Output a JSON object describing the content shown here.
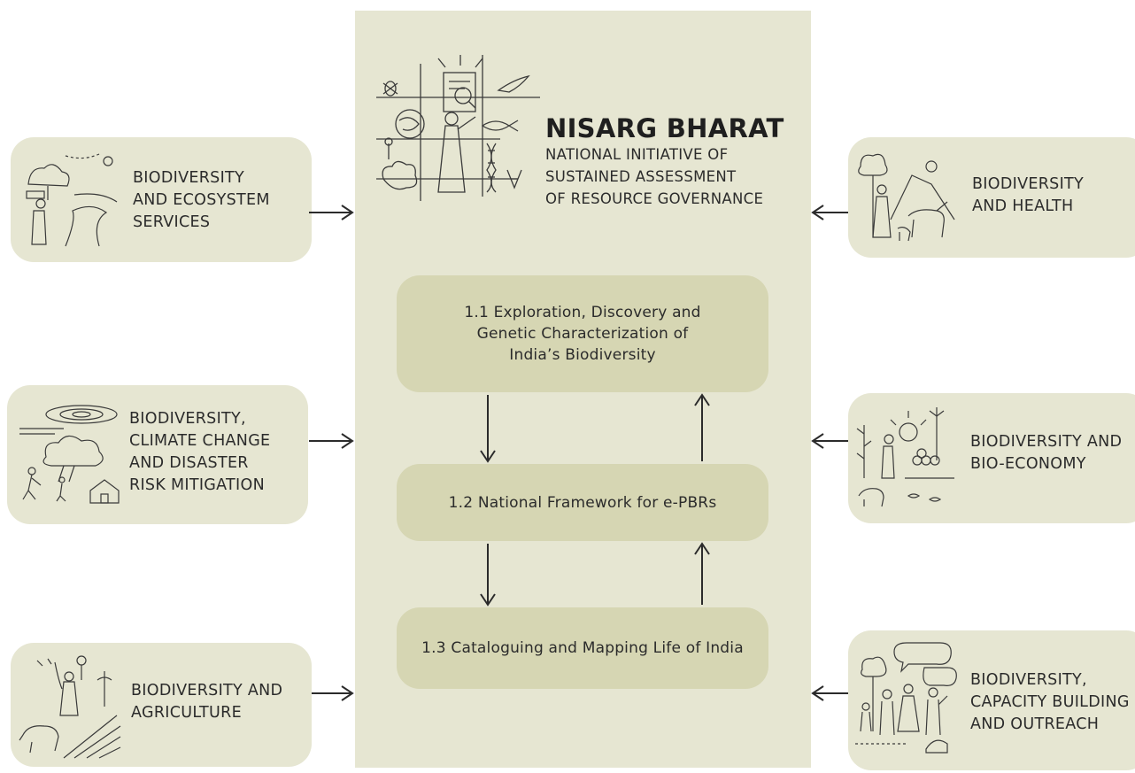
{
  "header": {
    "title": "NISARG BHARAT",
    "subtitle": "NATIONAL INITIATIVE OF\nSUSTAINED ASSESSMENT\nOF RESOURCE GOVERNANCE"
  },
  "components": [
    {
      "label": "1.1 Exploration, Discovery and\nGenetic Characterization of\nIndia’s Biodiversity"
    },
    {
      "label": "1.2 National Framework for e-PBRs"
    },
    {
      "label": "1.3 Cataloguing and Mapping Life of India"
    }
  ],
  "left_themes": [
    {
      "label": "BIODIVERSITY\nAND ECOSYSTEM\nSERVICES",
      "icon": "ecosystem-illustration"
    },
    {
      "label": "BIODIVERSITY,\nCLIMATE CHANGE\nAND DISASTER\nRISK MITIGATION",
      "icon": "climate-illustration"
    },
    {
      "label": "BIODIVERSITY AND\nAGRICULTURE",
      "icon": "agriculture-illustration"
    }
  ],
  "right_themes": [
    {
      "label": "BIODIVERSITY\nAND HEALTH",
      "icon": "health-illustration"
    },
    {
      "label": "BIODIVERSITY AND\nBIO-ECONOMY",
      "icon": "bioeconomy-illustration"
    },
    {
      "label": "BIODIVERSITY,\nCAPACITY BUILDING\nAND OUTREACH",
      "icon": "outreach-illustration"
    }
  ],
  "colors": {
    "panel": "#e6e6d2",
    "inner_box": "#d6d6b3",
    "line": "#2b2b2b"
  }
}
